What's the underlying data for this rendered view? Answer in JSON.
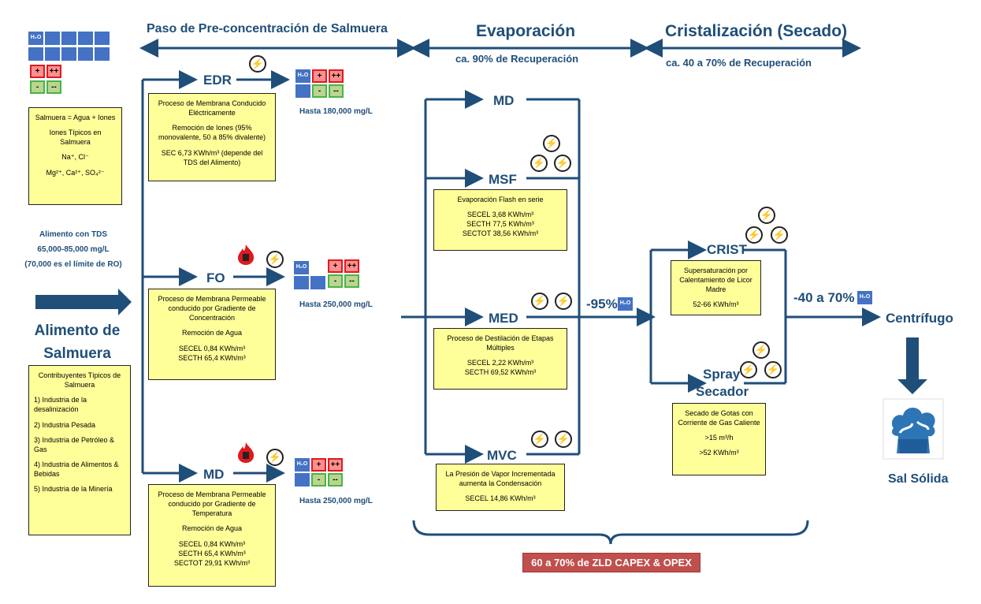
{
  "headers": {
    "pre": "Paso de Pre-concentración de Salmuera",
    "evap": "Evaporación",
    "evap_sub": "ca. 90% de Recuperación",
    "crist": "Cristalización (Secado)",
    "crist_sub": "ca. 40 a 70% de Recuperación"
  },
  "left": {
    "h2o": "H₂O",
    "plus": "+",
    "plusplus": "++",
    "minus": "-",
    "minusminus": "--",
    "brine_box": [
      "Salmuera = Agua + Iones",
      "Iones Típicos en Salmuera",
      "Na⁺, Cl⁻",
      "Mg²⁺, Ca²⁺, SO₄²⁻"
    ],
    "feed_tds": "Alimento con TDS",
    "feed_range": "65,000-85,000 mg/L",
    "feed_note": "(70,000 es el límite de RO)",
    "feed_title": "Alimento de Salmuera",
    "contrib_title": "Contribuyentes Típicos de Salmuera",
    "contrib": [
      "1) Industria de la desalinización",
      "2) Industria Pesada",
      "3) Industria de Petróleo & Gas",
      "4) Industria de Alimentos & Bebidas",
      "5) Industria de la Minería"
    ]
  },
  "pre": {
    "edr": {
      "name": "EDR",
      "conc": "Hasta 180,000 mg/L",
      "lines": [
        "Proceso de Membrana Conducido Eléctricamente",
        "Remoción de Iones (95% monovalente, 50 a 85% divalente)",
        "SEC 6,73 KWh/m³ (depende del TDS del Alimento)"
      ]
    },
    "fo": {
      "name": "FO",
      "conc": "Hasta 250,000 mg/L",
      "lines": [
        "Proceso de Membrana Permeable conducido por Gradiente de Concentración",
        "Remoción de Agua",
        "SECEL 0,84 KWh/m³",
        "SECTH 65,4 KWh/m³"
      ]
    },
    "md": {
      "name": "MD",
      "conc": "Hasta 250,000 mg/L",
      "lines": [
        "Proceso de Membrana Permeable conducido por Gradiente de Temperatura",
        "Remoción de Agua",
        "SECEL 0,84 KWh/m³",
        "SECTH 65,4 KWh/m³",
        "SECTOT 29,91 KWh/m³"
      ]
    }
  },
  "evap": {
    "md": "MD",
    "msf": {
      "name": "MSF",
      "lines": [
        "Evaporación Flash en serie",
        "SECEL 3,68 KWh/m³",
        "SECTH 77,5  KWh/m³",
        "SECTOT 38,56 KWh/m³"
      ]
    },
    "med": {
      "name": "MED",
      "lines": [
        "Proceso de Destilación de Etapas Múltiples",
        "SECEL 2,22 KWh/m³",
        "SECTH 69,52 KWh/m³"
      ]
    },
    "mvc": {
      "name": "MVC",
      "lines": [
        "La Presión de Vapor Incrementada aumenta la Condensación",
        "SECEL 14,86 KWh/m³"
      ]
    },
    "out": "-95%",
    "cost": "60 a 70% de ZLD CAPEX & OPEX"
  },
  "crist": {
    "crist": {
      "name": "CRIST",
      "lines": [
        "Supersaturación por Calentamiento de Licor Madre",
        "52-66 KWh/m³"
      ]
    },
    "spray": {
      "name1": "Spray",
      "name2": "Secador",
      "lines": [
        "Secado de Gotas con Corriente de Gas Caliente",
        ">15 m³/h",
        ">52 KWh/m³"
      ]
    },
    "out": "-40 a 70%",
    "centrifuge": "Centrífugo",
    "solid": "Sal Sólida"
  },
  "colors": {
    "arrow": "#1f4e79",
    "yellow": "#ffff99",
    "red": "#c0504d"
  }
}
